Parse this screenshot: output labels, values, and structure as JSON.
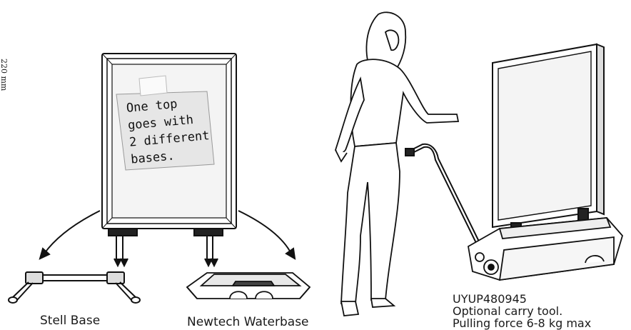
{
  "side_dimension": "220 mm",
  "note": {
    "lines": [
      "One top",
      "goes with",
      "2 different",
      "bases."
    ]
  },
  "labels": {
    "steel_base": "Stell Base",
    "water_base": "Newtech Waterbase"
  },
  "product_info": {
    "code": "UYUP480945",
    "line1": "Optional carry tool.",
    "line2": "Pulling force 6-8 kg max"
  }
}
